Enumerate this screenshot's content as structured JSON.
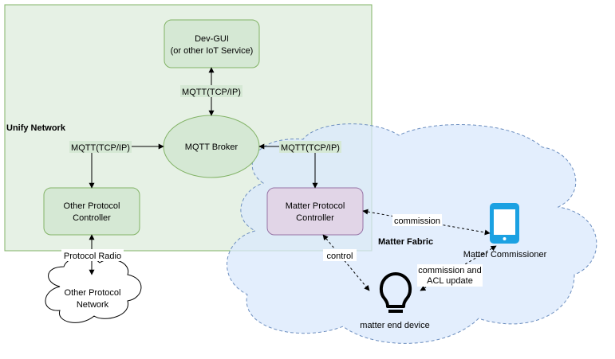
{
  "regions": {
    "unify_network": "Unify Network",
    "matter_fabric": "Matter Fabric"
  },
  "nodes": {
    "dev_gui": {
      "line1": "Dev-GUI",
      "line2": "(or other IoT Service)"
    },
    "mqtt_broker": {
      "label": "MQTT Broker"
    },
    "other_protocol_controller": {
      "line1": "Other Protocol",
      "line2": "Controller"
    },
    "matter_protocol_controller": {
      "line1": "Matter Protocol",
      "line2": "Controller"
    },
    "other_protocol_network": {
      "line1": "Other Protocol",
      "line2": "Network"
    },
    "matter_commissioner": {
      "label": "Matter Commissioner",
      "icon": "smartphone-icon"
    },
    "matter_end_device": {
      "label": "matter end device",
      "icon": "lightbulb-icon"
    }
  },
  "edges": {
    "broker_devgui": "MQTT(TCP/IP)",
    "broker_other": "MQTT(TCP/IP)",
    "broker_matter": "MQTT(TCP/IP)",
    "other_radio": "Protocol Radio",
    "commission": "commission",
    "control": "control",
    "commission_acl_line1": "commission and",
    "commission_acl_line2": "ACL update"
  },
  "colors": {
    "unify_fill": "#d5e8d4",
    "unify_stroke": "#82b366",
    "matter_cloud_fill": "#dae8fc",
    "matter_cloud_stroke": "#6c8ebf",
    "matter_controller_fill": "#e1d5e7",
    "matter_controller_stroke": "#9673a6",
    "phone_blue": "#1ba1e2"
  }
}
